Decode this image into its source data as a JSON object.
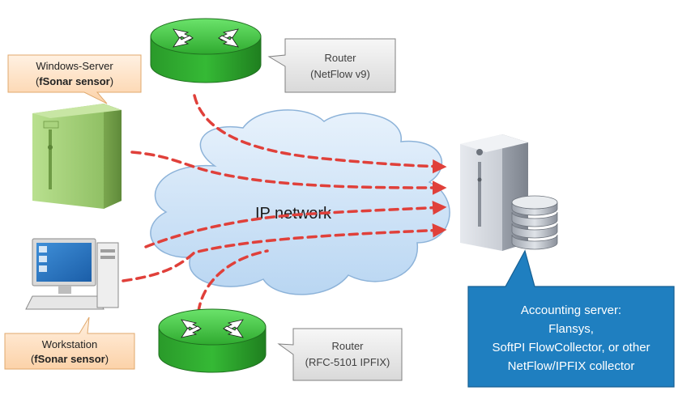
{
  "network": {
    "label": "IP network"
  },
  "router_top": {
    "title": "Router",
    "subtitle": "(NetFlow v9)"
  },
  "router_bottom": {
    "title": "Router",
    "subtitle": "(RFC-5101 IPFIX)"
  },
  "windows_server": {
    "title": "Windows-Server",
    "sensor": "fSonar sensor"
  },
  "workstation": {
    "title": "Workstation",
    "sensor": "fSonar sensor"
  },
  "accounting_server": {
    "lines": [
      "Accounting server:",
      "Flansys,",
      "SoftPI FlowCollector, or other",
      "NetFlow/IPFIX collector"
    ]
  },
  "colors": {
    "flow_arrow": "#e0403a",
    "router_green": "#3ec43e",
    "server_green": "#9fce6e",
    "cloud_blue": "#cfe4f7",
    "callout_orange": "#fde0c4",
    "accounting_blue": "#1f7fc0"
  }
}
